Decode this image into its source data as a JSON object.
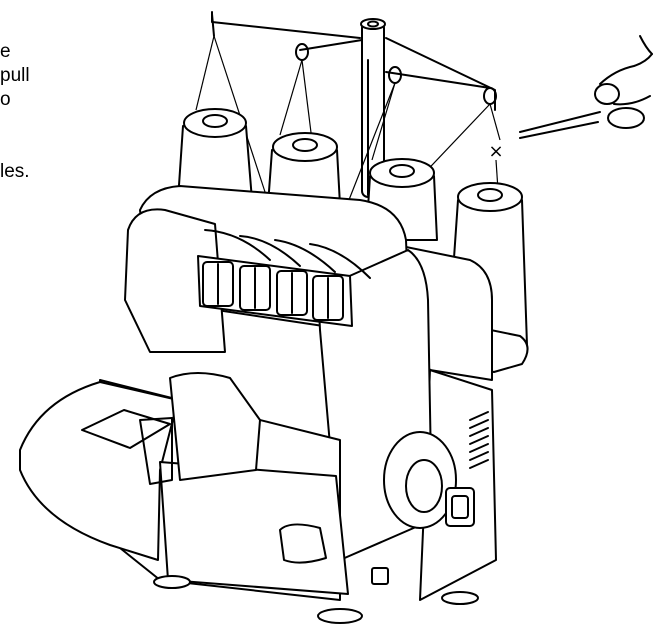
{
  "caption": {
    "lines": [
      "e",
      "pull",
      "o",
      "les."
    ]
  },
  "figure": {
    "subject": "overlock-serger-machine",
    "cut_mark": "×",
    "colors": {
      "ink": "#000000",
      "paper": "#ffffff"
    }
  }
}
